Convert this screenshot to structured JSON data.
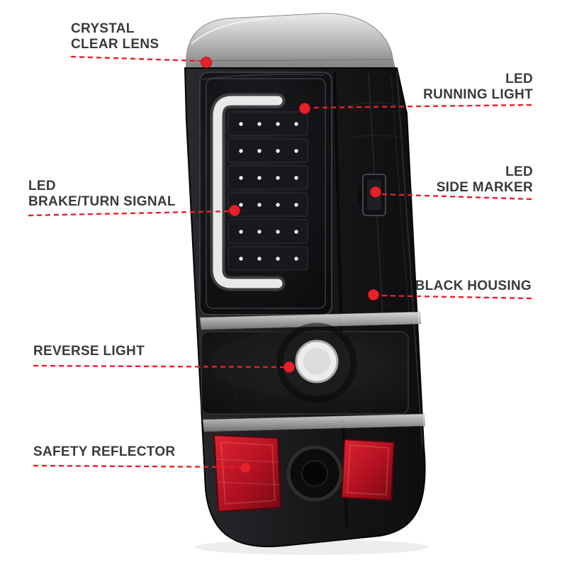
{
  "colors": {
    "accent": "#e8202a",
    "accent_dark": "#b3121b",
    "label_text": "#3a3a3a",
    "background": "#ffffff",
    "housing_black": "#141416",
    "reflector_red": "#c01422"
  },
  "callouts": [
    {
      "id": "crystal-clear-lens",
      "lines": [
        "CRYSTAL",
        "CLEAR LENS"
      ],
      "side": "left"
    },
    {
      "id": "led-running-light",
      "lines": [
        "LED",
        "RUNNING LIGHT"
      ],
      "side": "right"
    },
    {
      "id": "led-side-marker",
      "lines": [
        "LED",
        "SIDE MARKER"
      ],
      "side": "right"
    },
    {
      "id": "led-brake-turn-signal",
      "lines": [
        "LED",
        "BRAKE/TURN SIGNAL"
      ],
      "side": "left"
    },
    {
      "id": "black-housing",
      "lines": [
        "BLACK HOUSING"
      ],
      "side": "right"
    },
    {
      "id": "reverse-light",
      "lines": [
        "REVERSE LIGHT"
      ],
      "side": "left"
    },
    {
      "id": "safety-reflector",
      "lines": [
        "SAFETY REFLECTOR"
      ],
      "side": "left"
    }
  ]
}
